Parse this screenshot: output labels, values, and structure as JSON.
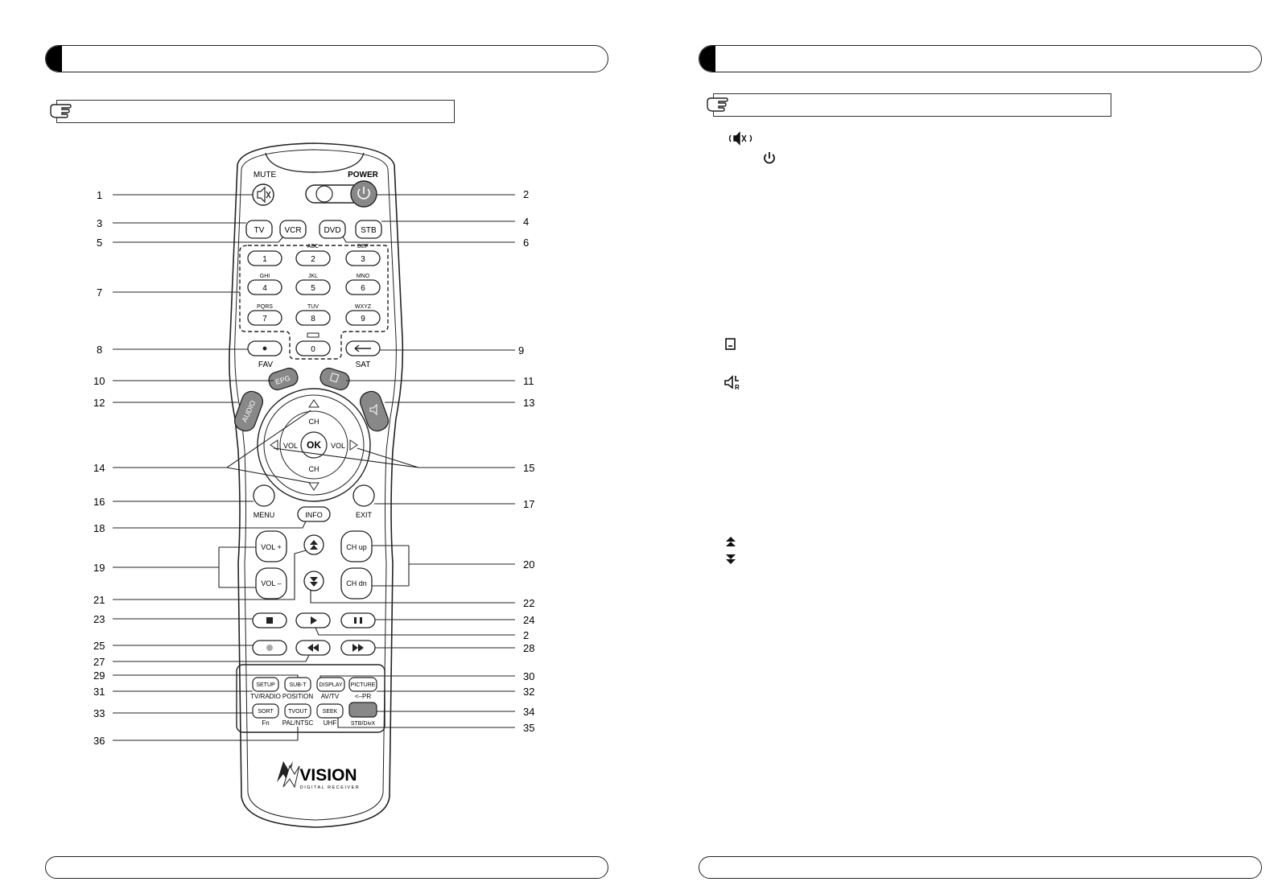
{
  "remote": {
    "labels": {
      "mute": "MUTE",
      "power": "POWER",
      "tv": "TV",
      "vcr": "VCR",
      "dvd": "DVD",
      "stb": "STB",
      "n1": "1",
      "n2": "2",
      "n3": "3",
      "n4": "4",
      "n5": "5",
      "n6": "6",
      "n7": "7",
      "n8": "8",
      "n9": "9",
      "n0": "0",
      "abc": "ABC",
      "def": "DEF",
      "ghi": "GHI",
      "jkl": "JKL",
      "mno": "MNO",
      "pqrs": "PQRS",
      "tuv": "TUV",
      "wxyz": "WXYZ",
      "fav": "FAV",
      "sat": "SAT",
      "epg": "EPG",
      "audio": "AUDIO",
      "ch": "CH",
      "vol": "VOL",
      "ok": "OK",
      "menu": "MENU",
      "exit": "EXIT",
      "info": "INFO",
      "vol_plus": "VOL +",
      "vol_minus": "VOL –",
      "ch_up": "CH up",
      "ch_dn": "CH dn",
      "setup": "SETUP",
      "subt": "SUB-T",
      "display": "DISPLAY",
      "picture": "PICTURE",
      "tvradio": "TV/RADIO",
      "position": "POSITION",
      "avtv": "AV/TV",
      "pr": "<–PR",
      "sort": "SORT",
      "tvout": "TVOUT",
      "seek": "SEEK",
      "fn": "Fn",
      "palntsc": "PAL/NTSC",
      "uhf": "UHF",
      "stbdivx": "STB/DivX"
    },
    "brand": {
      "name": "VISION",
      "tagline": "DIGITAL RECEIVER"
    },
    "callouts_left": [
      "1",
      "3",
      "5",
      "7",
      "8",
      "10",
      "12",
      "14",
      "16",
      "18",
      "19",
      "21",
      "23",
      "25",
      "27",
      "29",
      "31",
      "33",
      "36"
    ],
    "callouts_right": [
      "2",
      "4",
      "6",
      "9",
      "11",
      "13",
      "15",
      "17",
      "20",
      "22",
      "24",
      "2",
      "28",
      "30",
      "32",
      "34",
      "35"
    ]
  },
  "right_page": {
    "icons": [
      "mute-icon",
      "power-icon",
      "subtitle-icon",
      "audio-lr-icon",
      "page-up-icon",
      "page-down-icon"
    ]
  }
}
